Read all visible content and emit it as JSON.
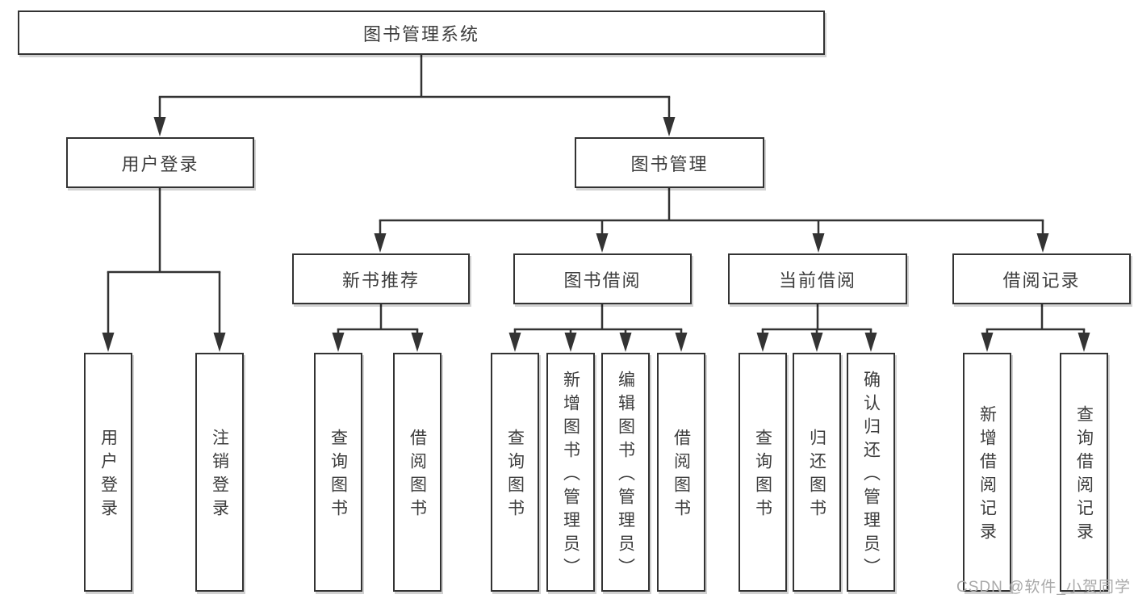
{
  "diagram_title": "图书管理系统",
  "colors": {
    "line": "#333333",
    "box_border": "#333333",
    "box_fill": "#ffffff",
    "text": "#3d3d3d",
    "watermark": "#a9a9a9"
  },
  "tree": {
    "root": {
      "label": "图书管理系统",
      "children": [
        {
          "label": "用户登录",
          "children": [
            {
              "label": "用户登录"
            },
            {
              "label": "注销登录"
            }
          ]
        },
        {
          "label": "图书管理",
          "children": [
            {
              "label": "新书推荐",
              "children": [
                {
                  "label": "查询图书"
                },
                {
                  "label": "借阅图书"
                }
              ]
            },
            {
              "label": "图书借阅",
              "children": [
                {
                  "label": "查询图书"
                },
                {
                  "label": "新增图书（管理员）"
                },
                {
                  "label": "编辑图书（管理员）"
                },
                {
                  "label": "借阅图书"
                }
              ]
            },
            {
              "label": "当前借阅",
              "children": [
                {
                  "label": "查询图书"
                },
                {
                  "label": "归还图书"
                },
                {
                  "label": "确认归还（管理员）"
                }
              ]
            },
            {
              "label": "借阅记录",
              "children": [
                {
                  "label": "新增借阅记录"
                },
                {
                  "label": "查询借阅记录"
                }
              ]
            }
          ]
        }
      ]
    }
  },
  "watermark": {
    "text": "CSDN @软件_小贺同学"
  }
}
